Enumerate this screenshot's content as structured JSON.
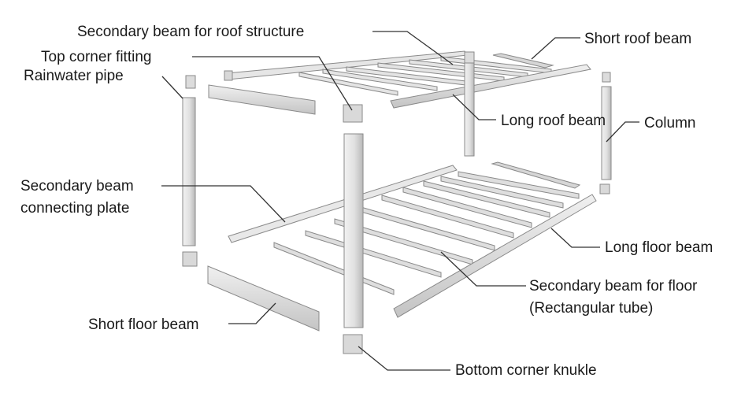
{
  "labels": {
    "secondary_beam_roof": "Secondary beam for roof structure",
    "top_corner_fitting": "Top corner fitting",
    "rainwater_pipe": "Rainwater pipe",
    "short_roof_beam": "Short roof beam",
    "long_roof_beam": "Long roof beam",
    "column": "Column",
    "secondary_beam_plate_line1": "Secondary beam",
    "secondary_beam_plate_line2": "connecting plate",
    "long_floor_beam": "Long floor beam",
    "secondary_beam_floor_line1": "Secondary beam for floor",
    "secondary_beam_floor_line2": "(Rectangular tube)",
    "short_floor_beam": "Short floor beam",
    "bottom_corner_knuckle": "Bottom corner knukle"
  },
  "colors": {
    "beam_top": "#ececec",
    "beam_side": "#c9c9c9",
    "beam_edge": "#8a8a8a",
    "leader": "#333333",
    "text": "#1a1a1a"
  }
}
